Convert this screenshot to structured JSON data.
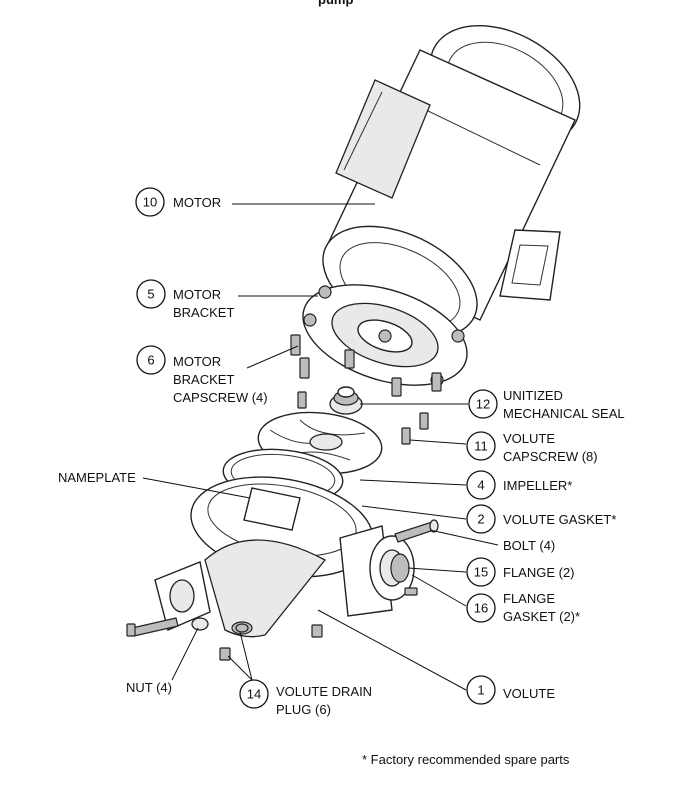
{
  "header": {
    "partial_title": "pump"
  },
  "callouts": [
    {
      "id": "motor",
      "number": "10",
      "lines": [
        "MOTOR"
      ]
    },
    {
      "id": "motor-bracket",
      "number": "5",
      "lines": [
        "MOTOR",
        "BRACKET"
      ]
    },
    {
      "id": "motor-bracket-capscrew",
      "number": "6",
      "lines": [
        "MOTOR",
        "BRACKET",
        "CAPSCREW (4)"
      ]
    },
    {
      "id": "unitized-mechanical-seal",
      "number": "12",
      "lines": [
        "UNITIZED",
        "MECHANICAL SEAL"
      ]
    },
    {
      "id": "volute-capscrew",
      "number": "11",
      "lines": [
        "VOLUTE",
        "CAPSCREW (8)"
      ]
    },
    {
      "id": "impeller",
      "number": "4",
      "lines": [
        "IMPELLER*"
      ]
    },
    {
      "id": "volute-gasket",
      "number": "2",
      "lines": [
        "VOLUTE GASKET*"
      ]
    },
    {
      "id": "flange",
      "number": "15",
      "lines": [
        "FLANGE (2)"
      ]
    },
    {
      "id": "flange-gasket",
      "number": "16",
      "lines": [
        "FLANGE",
        "GASKET (2)*"
      ]
    },
    {
      "id": "volute",
      "number": "1",
      "lines": [
        "VOLUTE"
      ]
    },
    {
      "id": "volute-drain-plug",
      "number": "14",
      "lines": [
        "VOLUTE DRAIN",
        "PLUG (6)"
      ]
    }
  ],
  "plain_labels": [
    {
      "id": "nameplate",
      "text": "NAMEPLATE"
    },
    {
      "id": "bolt",
      "text": "BOLT (4)"
    },
    {
      "id": "nut",
      "text": "NUT (4)"
    }
  ],
  "footnote": "* Factory recommended spare parts"
}
